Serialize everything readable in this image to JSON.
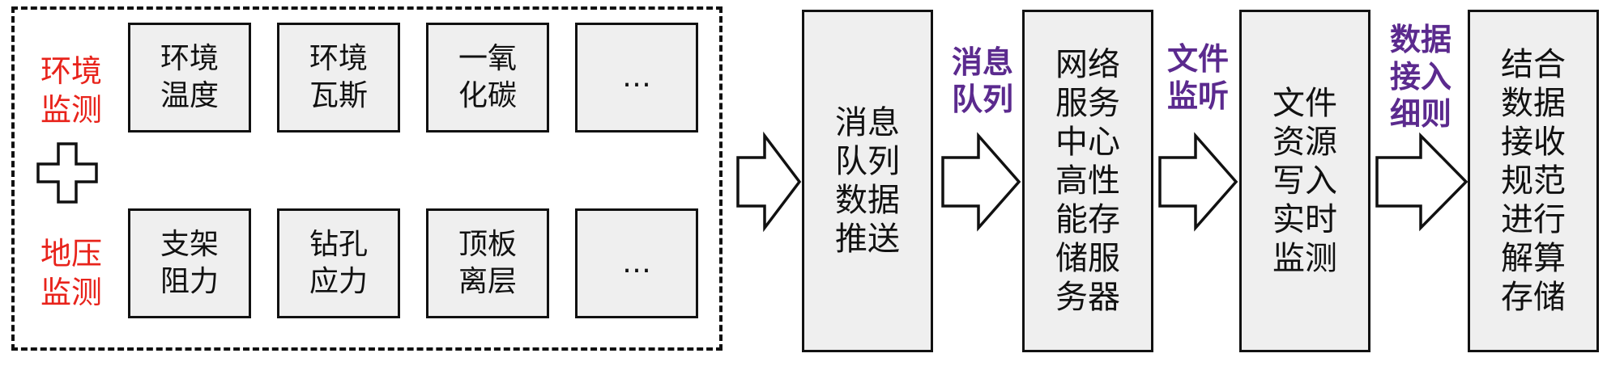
{
  "groups": {
    "environment_label": "环境\n监测",
    "pressure_label": "地压\n监测",
    "environment_sensors": [
      "环境\n温度",
      "环境\n瓦斯",
      "一氧\n化碳",
      "…"
    ],
    "pressure_sensors": [
      "支架\n阻力",
      "钻孔\n应力",
      "顶板\n离层",
      "…"
    ]
  },
  "stages": [
    "消息\n队列\n数据\n推送",
    "网络\n服务\n中心\n高性\n能存\n储服\n务器",
    "文件\n资源\n写入\n实时\n监测",
    "结合\n数据\n接收\n规范\n进行\n解算\n存储"
  ],
  "edge_labels": [
    "消息\n队列",
    "文件\n监听",
    "数据\n接入\n细则"
  ],
  "colors": {
    "side_label": "#e8231b",
    "edge_label": "#5b2a8e",
    "box_fill": "#efefef"
  }
}
